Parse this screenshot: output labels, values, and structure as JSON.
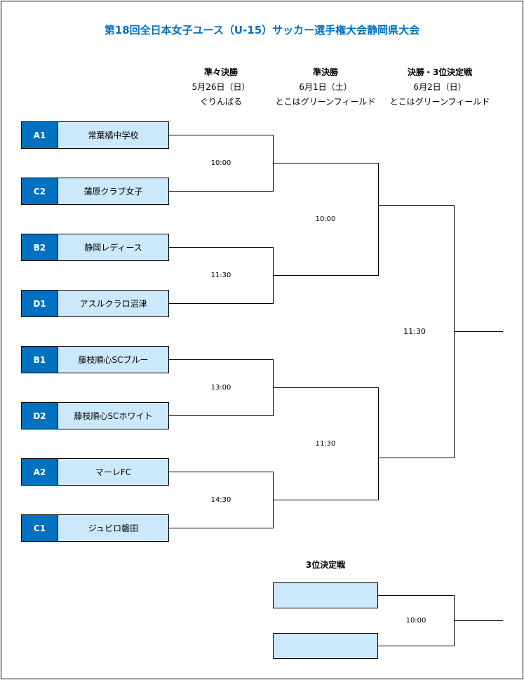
{
  "title": "第18回全日本女子ユース（U-15）サッカー選手権大会静岡県大会",
  "rounds": [
    {
      "name": "準々決勝",
      "date": "5月26日（日）",
      "venue": "ぐりんぱる"
    },
    {
      "name": "準決勝",
      "date": "6月1日（土）",
      "venue": "とこはグリーンフィールド"
    },
    {
      "name": "決勝・3位決定戦",
      "date": "6月2日（日）",
      "venue": "とこはグリーンフィールド"
    }
  ],
  "teams": [
    {
      "seed": "A1",
      "name": "常葉橘中学校"
    },
    {
      "seed": "C2",
      "name": "蒲原クラブ女子"
    },
    {
      "seed": "B2",
      "name": "静岡レディース"
    },
    {
      "seed": "D1",
      "name": "アスルクラロ沼津"
    },
    {
      "seed": "B1",
      "name": "藤枝順心SCブルー"
    },
    {
      "seed": "D2",
      "name": "藤枝順心SCホワイト"
    },
    {
      "seed": "A2",
      "name": "マーレFC"
    },
    {
      "seed": "C1",
      "name": "ジュビロ磐田"
    }
  ],
  "times": {
    "qf1": "10:00",
    "qf2": "11:30",
    "qf3": "13:00",
    "qf4": "14:30",
    "sf1": "10:00",
    "sf2": "11:30",
    "final": "11:30",
    "third": "10:00"
  },
  "third_place": {
    "heading": "3位決定戦"
  },
  "colors": {
    "seed_bg": "#0070c0",
    "team_bg": "#cce8fb",
    "title": "#0070c0"
  }
}
